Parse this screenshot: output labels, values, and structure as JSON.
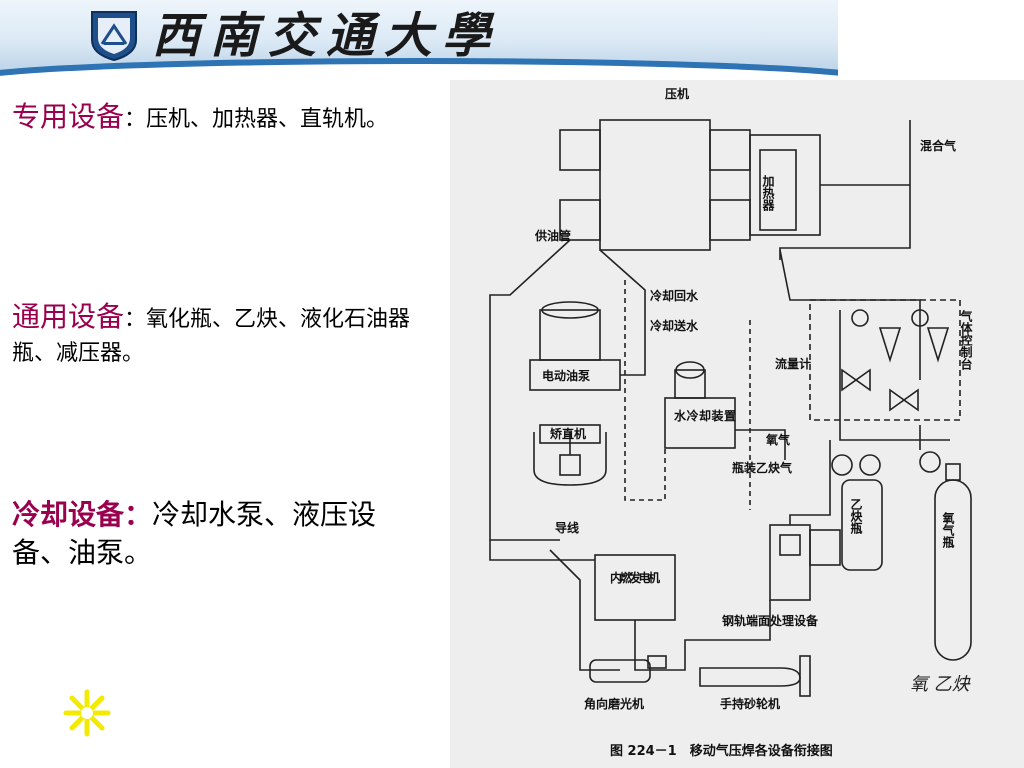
{
  "header": {
    "university_name": "西南交通大學"
  },
  "content": {
    "p1": {
      "keyword": "专用设备",
      "sep": "：",
      "text": "压机、加热器、直轨机。"
    },
    "p2": {
      "keyword": "通用设备",
      "sep": "：",
      "text": "氧化瓶、乙炔、液化石油器瓶、减压器。"
    },
    "p3": {
      "keyword": "冷却设备",
      "sep": "：",
      "text": "冷却水泵、液压设备、油泵。"
    }
  },
  "diagram": {
    "labels": {
      "press": "压机",
      "heater": "加热器",
      "mixed_gas": "混合气",
      "oil_pipe": "供油管",
      "cooling_return": "冷却回水",
      "cooling_supply": "冷却送水",
      "electric_pump": "电动油泵",
      "water_cooler": "水冷却装置",
      "flowmeter": "流量计",
      "gas_control": "气体控制台",
      "straightener": "矫直机",
      "oxygen": "氧气",
      "acetylene_bottled": "瓶装乙炔气",
      "acetylene_cylinder": "乙炔瓶",
      "oxygen_cylinder": "氧气瓶",
      "wire": "导线",
      "generator": "内燃发电机",
      "rail_end": "钢轨端面处理设备",
      "angle_grinder": "角向磨光机",
      "hand_grinder": "手持砂轮机",
      "handwriting": "氧 乙炔"
    },
    "caption": "图 224－1　移动气压焊各设备衔接图"
  }
}
